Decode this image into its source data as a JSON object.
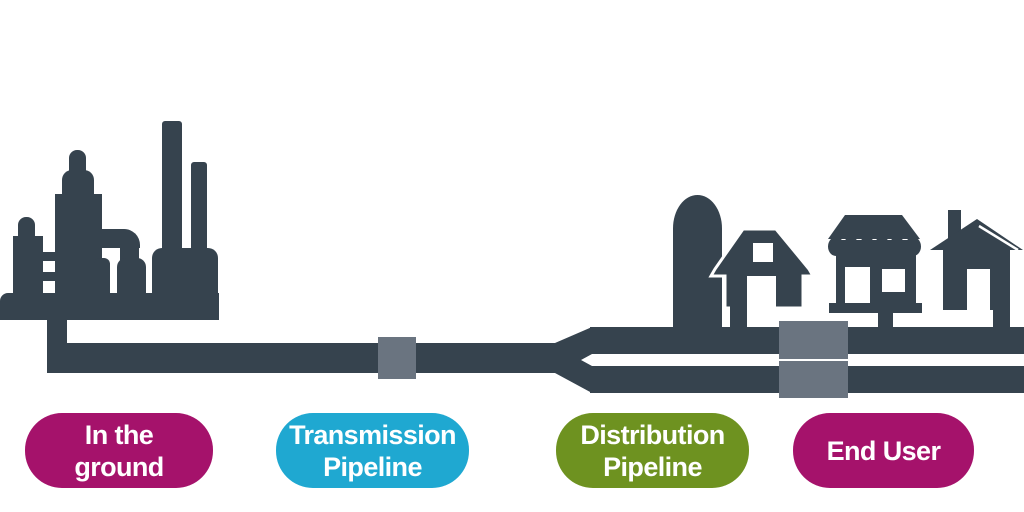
{
  "colors": {
    "ink": "#36434E",
    "coupling": "#6A7480",
    "background": "#FFFFFF",
    "magenta": "#A5126B",
    "cyan": "#1FA8D1",
    "green": "#6E9220"
  },
  "pills": [
    {
      "label": "In the ground",
      "line1": "In the",
      "line2": "ground",
      "color": "#A5126B"
    },
    {
      "label": "Transmission Pipeline",
      "line1": "Transmission",
      "line2": "Pipeline",
      "color": "#1FA8D1"
    },
    {
      "label": "Distribution Pipeline",
      "line1": "Distribution",
      "line2": "Pipeline",
      "color": "#6E9220"
    },
    {
      "label": "End User",
      "line1": "End User",
      "line2": "",
      "color": "#A5126B"
    }
  ],
  "icons": {
    "plant": "processing-plant-icon",
    "silo": "silo-icon",
    "barn": "barn-icon",
    "store": "store-icon",
    "house": "house-icon",
    "transmission_pipe": "transmission-pipeline-icon",
    "distribution_pipes": "distribution-pipeline-icon",
    "couplings": "pipe-coupling-icon"
  }
}
